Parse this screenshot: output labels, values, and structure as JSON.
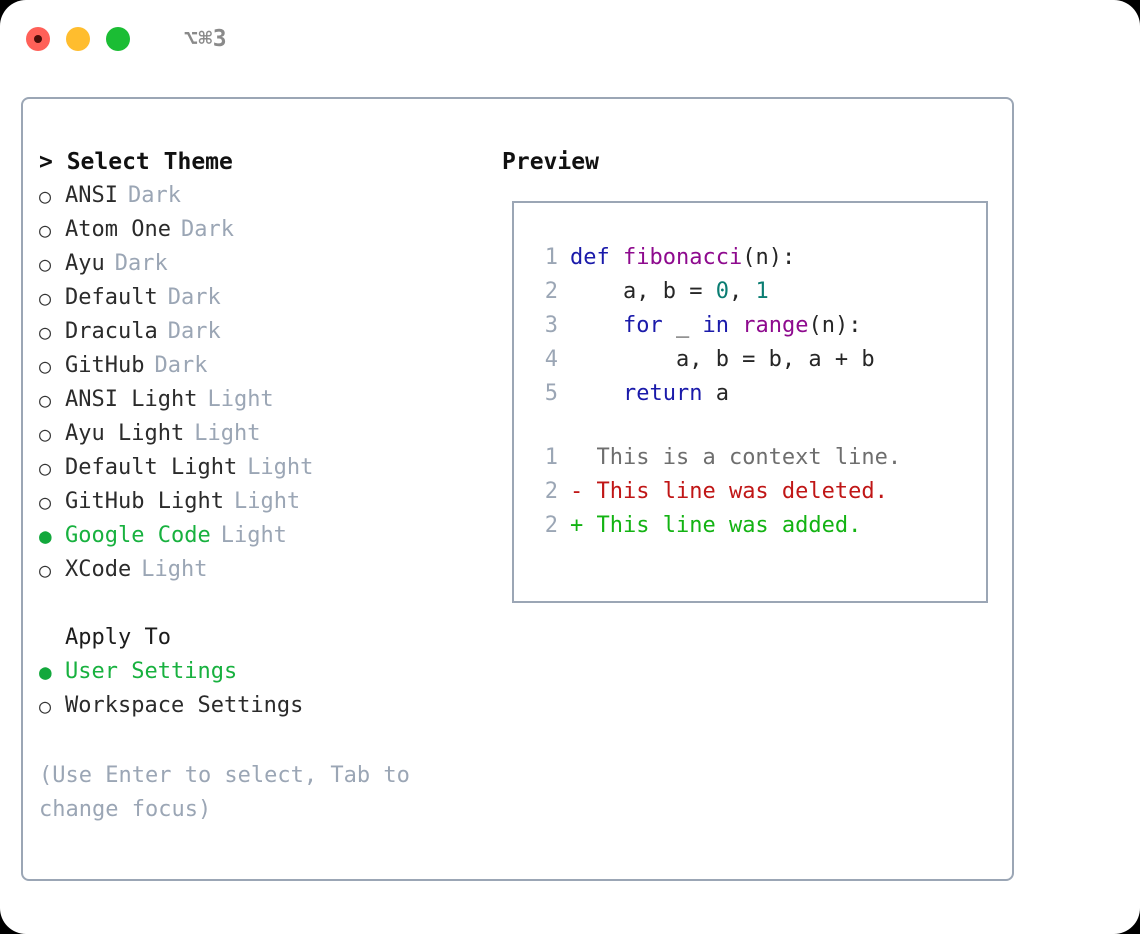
{
  "window": {
    "title": "⌥⌘3",
    "traffic_lights": [
      {
        "name": "close",
        "color": "#ff6058"
      },
      {
        "name": "minimize",
        "color": "#ffbd2e"
      },
      {
        "name": "zoom",
        "color": "#1bbd34"
      }
    ]
  },
  "theme_panel": {
    "heading": "> Select Theme",
    "bullet_unselected": "○",
    "bullet_selected": "●",
    "options": [
      {
        "label": "ANSI",
        "variant": "Dark",
        "selected": false
      },
      {
        "label": "Atom One",
        "variant": "Dark",
        "selected": false
      },
      {
        "label": "Ayu",
        "variant": "Dark",
        "selected": false
      },
      {
        "label": "Default",
        "variant": "Dark",
        "selected": false
      },
      {
        "label": "Dracula",
        "variant": "Dark",
        "selected": false
      },
      {
        "label": "GitHub",
        "variant": "Dark",
        "selected": false
      },
      {
        "label": "ANSI Light",
        "variant": "Light",
        "selected": false
      },
      {
        "label": "Ayu Light",
        "variant": "Light",
        "selected": false
      },
      {
        "label": "Default Light",
        "variant": "Light",
        "selected": false
      },
      {
        "label": "GitHub Light",
        "variant": "Light",
        "selected": false
      },
      {
        "label": "Google Code",
        "variant": "Light",
        "selected": true
      },
      {
        "label": "XCode",
        "variant": "Light",
        "selected": false
      }
    ]
  },
  "apply_to": {
    "heading": "Apply To",
    "options": [
      {
        "label": "User Settings",
        "selected": true
      },
      {
        "label": "Workspace Settings",
        "selected": false
      }
    ]
  },
  "hint": "(Use Enter to select, Tab to change focus)",
  "preview": {
    "heading": "Preview",
    "code_lines": [
      {
        "lineno": "1",
        "tokens": [
          {
            "text": "def ",
            "type": "kw"
          },
          {
            "text": "fibonacci",
            "type": "fn"
          },
          {
            "text": "(n):",
            "type": "plain"
          }
        ]
      },
      {
        "lineno": "2",
        "tokens": [
          {
            "text": "    a, b = ",
            "type": "plain"
          },
          {
            "text": "0",
            "type": "num"
          },
          {
            "text": ", ",
            "type": "plain"
          },
          {
            "text": "1",
            "type": "num"
          }
        ]
      },
      {
        "lineno": "3",
        "tokens": [
          {
            "text": "    ",
            "type": "plain"
          },
          {
            "text": "for",
            "type": "kw"
          },
          {
            "text": " _ ",
            "type": "plain"
          },
          {
            "text": "in",
            "type": "kw"
          },
          {
            "text": " ",
            "type": "plain"
          },
          {
            "text": "range",
            "type": "fn"
          },
          {
            "text": "(n):",
            "type": "plain"
          }
        ]
      },
      {
        "lineno": "4",
        "tokens": [
          {
            "text": "        a, b = b, a + b",
            "type": "plain"
          }
        ]
      },
      {
        "lineno": "5",
        "tokens": [
          {
            "text": "    ",
            "type": "plain"
          },
          {
            "text": "return",
            "type": "kw"
          },
          {
            "text": " a",
            "type": "plain"
          }
        ]
      }
    ],
    "diff_lines": [
      {
        "lineno": "1",
        "marker": " ",
        "text": " This is a context line.",
        "kind": "ctx"
      },
      {
        "lineno": "2",
        "marker": "-",
        "text": " This line was deleted.",
        "kind": "del"
      },
      {
        "lineno": "2",
        "marker": "+",
        "text": " This line was added.",
        "kind": "add"
      }
    ]
  },
  "colors": {
    "accent_green": "#18b13f",
    "muted": "#9ba6b5",
    "keyword": "#1a1aaa",
    "function": "#8e0a8e",
    "number": "#0a7d72",
    "diff_added": "#13b313",
    "diff_deleted": "#c01616",
    "border": "#9ba6b5"
  }
}
